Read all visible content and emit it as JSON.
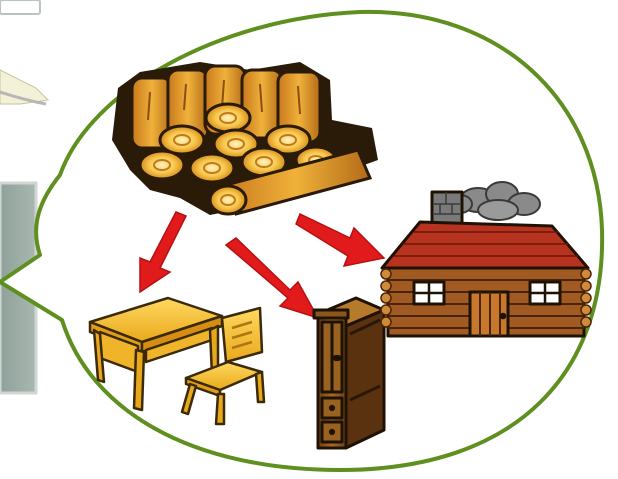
{
  "scene": {
    "illustrations": [
      {
        "name": "logs",
        "icon": "log-pile-icon"
      },
      {
        "name": "desk-and-chair",
        "icon": "desk-chair-icon"
      },
      {
        "name": "wardrobe",
        "icon": "wardrobe-icon"
      },
      {
        "name": "log-cabin",
        "icon": "log-cabin-icon"
      }
    ],
    "arrow_count": 3
  },
  "colors": {
    "bubble_outline": "#5f8f1f",
    "background_panel": "#9aaba4",
    "wood": "#f3b33d",
    "wood_dark": "#8a5a1e",
    "arrow": "#e11b1b",
    "roof": "#b7331f",
    "cabin": "#a25a23",
    "smoke": "#808080"
  }
}
